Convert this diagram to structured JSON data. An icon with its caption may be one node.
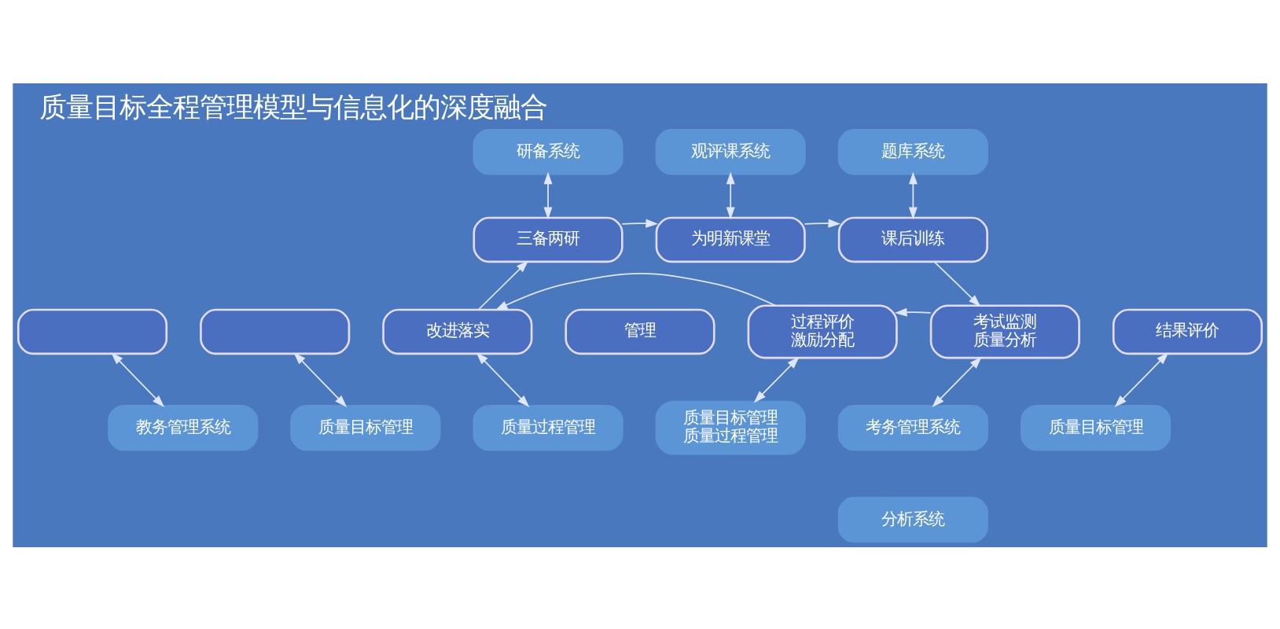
{
  "diagram": {
    "title": "质量目标全程管理模型与信息化的深度融合",
    "nodes": [
      {
        "text": [
          "研备系统"
        ]
      },
      {
        "text": [
          "观评课系统"
        ]
      },
      {
        "text": [
          "题库系统"
        ]
      },
      {
        "text": [
          "三备两研"
        ]
      },
      {
        "text": [
          "为明新课堂"
        ]
      },
      {
        "text": [
          "课后训练"
        ]
      },
      {
        "text": [],
        "shape": "box"
      },
      {
        "text": [],
        "shape": "box"
      },
      {
        "text": [
          "管理"
        ]
      },
      {
        "text": [
          "结果评价"
        ]
      },
      {
        "text": [
          "改进落实"
        ]
      },
      {
        "text": [
          "过程评价",
          "激励分配"
        ]
      },
      {
        "text": [
          "考试监测",
          "质量分析"
        ]
      },
      {
        "text": [
          "教务管理系统"
        ]
      },
      {
        "text": [
          "质量目标管理"
        ]
      },
      {
        "text": [
          "质量过程管理"
        ]
      },
      {
        "text": [
          "质量目标管理",
          "质量过程管理"
        ]
      },
      {
        "text": [
          "考务管理系统"
        ]
      },
      {
        "text": [
          "分析系统"
        ]
      },
      {
        "text": [
          "质量目标管理"
        ]
      }
    ],
    "edges": [
      {
        "from": 0,
        "to": 3,
        "arrow": "both"
      },
      {
        "from": 1,
        "to": 4,
        "arrow": "both"
      },
      {
        "from": 2,
        "to": 5,
        "arrow": "both"
      },
      {
        "from": 3,
        "to": 4,
        "arrow": "to"
      },
      {
        "from": 4,
        "to": 5,
        "arrow": "to"
      },
      {
        "from": 5,
        "to": 12,
        "arrow": "to"
      },
      {
        "from": 12,
        "to": 11,
        "arrow": "to"
      },
      {
        "from": 11,
        "to": 10,
        "arrow": "to"
      },
      {
        "from": 10,
        "to": 3,
        "arrow": "to"
      },
      {
        "from": 6,
        "to": 13,
        "arrow": "both"
      },
      {
        "from": 7,
        "to": 14,
        "arrow": "both"
      },
      {
        "from": 10,
        "to": 15,
        "arrow": "both"
      },
      {
        "from": 11,
        "to": 16,
        "arrow": "both"
      },
      {
        "from": 12,
        "to": 17,
        "arrow": "both"
      },
      {
        "from": 9,
        "to": 19,
        "arrow": "both"
      }
    ]
  }
}
